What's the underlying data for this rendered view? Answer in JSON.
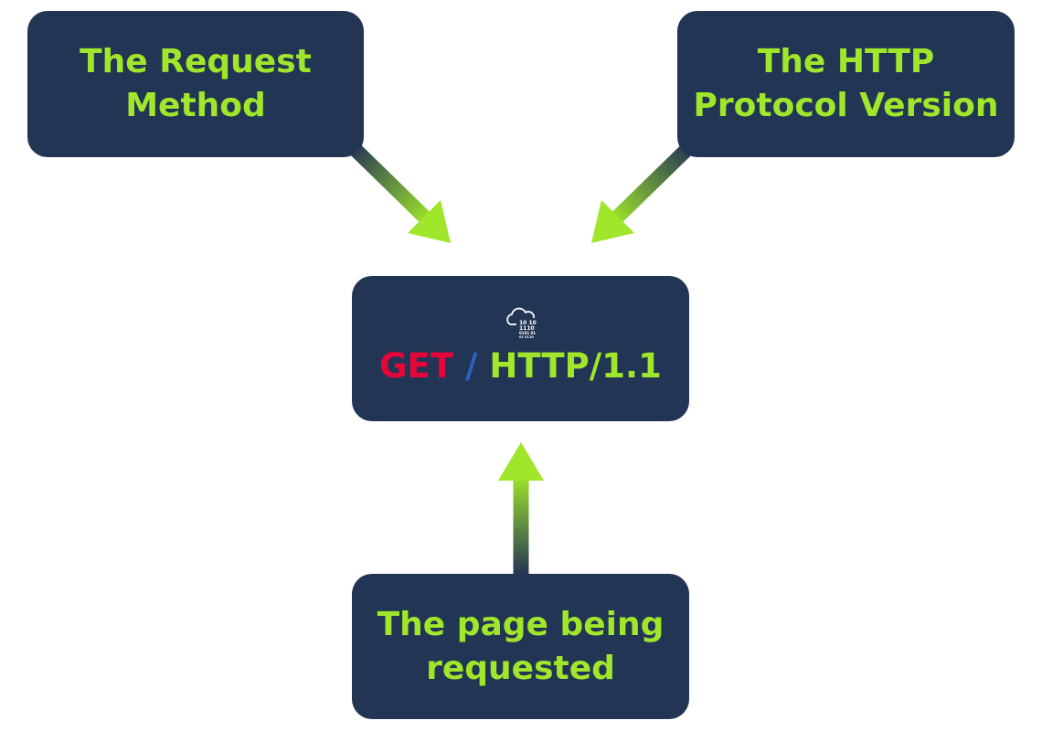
{
  "labels": {
    "method": [
      "The Request",
      "Method"
    ],
    "version": [
      "The HTTP",
      "Protocol Version"
    ],
    "page": [
      "The page being",
      "requested"
    ]
  },
  "request_line": {
    "method": "GET",
    "path": "/",
    "version": "HTTP/1.1"
  },
  "icon": "cloud-binary-icon",
  "colors": {
    "box": "#233554",
    "accent": "#a0e62a",
    "method": "#e8053a",
    "path": "#2d5fbf"
  }
}
